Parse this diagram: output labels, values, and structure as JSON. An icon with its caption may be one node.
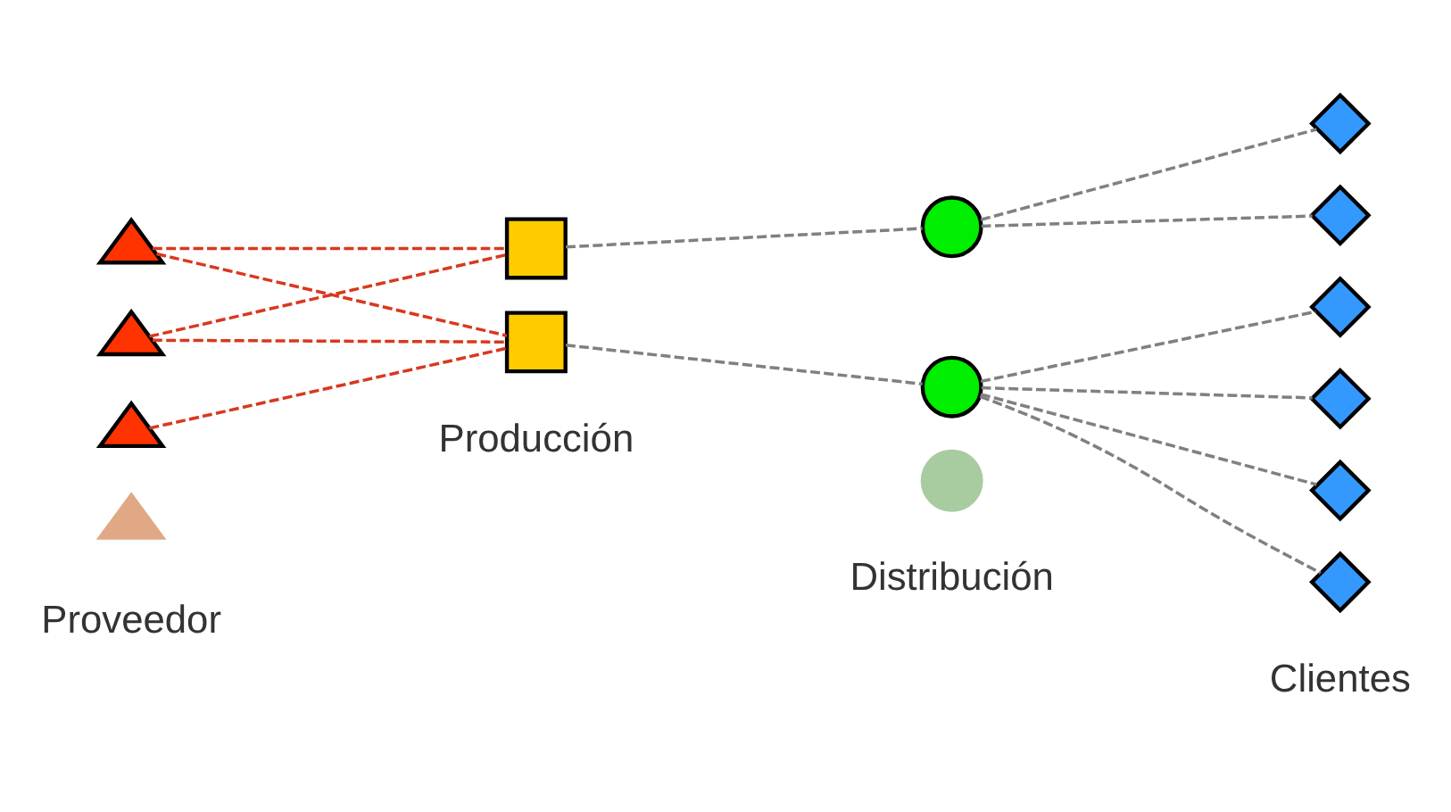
{
  "diagram": {
    "nodes": [
      {
        "text": [],
        "shape": "triangle"
      },
      {
        "text": [],
        "shape": "triangle"
      },
      {
        "text": [],
        "shape": "triangle"
      },
      {
        "text": [],
        "shape": "triangle"
      },
      {
        "text": [],
        "shape": "box"
      },
      {
        "text": [],
        "shape": "box"
      },
      {
        "text": [],
        "shape": "circle"
      },
      {
        "text": [],
        "shape": "circle"
      },
      {
        "text": [],
        "shape": "circle"
      },
      {
        "text": [],
        "shape": "diamond"
      },
      {
        "text": [],
        "shape": "diamond"
      },
      {
        "text": [],
        "shape": "diamond"
      },
      {
        "text": [],
        "shape": "diamond"
      },
      {
        "text": [],
        "shape": "diamond"
      },
      {
        "text": [],
        "shape": "diamond"
      }
    ],
    "edges": [
      {
        "from": 0,
        "to": 4,
        "arrow": "none",
        "style": "dashed",
        "color": "#d9381e"
      },
      {
        "from": 0,
        "to": 5,
        "arrow": "none",
        "style": "dashed",
        "color": "#d9381e"
      },
      {
        "from": 1,
        "to": 4,
        "arrow": "none",
        "style": "dashed",
        "color": "#d9381e"
      },
      {
        "from": 1,
        "to": 5,
        "arrow": "none",
        "style": "dashed",
        "color": "#d9381e"
      },
      {
        "from": 2,
        "to": 5,
        "arrow": "none",
        "style": "dashed",
        "color": "#d9381e"
      },
      {
        "from": 4,
        "to": 6,
        "arrow": "none",
        "style": "dashed"
      },
      {
        "from": 5,
        "to": 7,
        "arrow": "none",
        "style": "dashed"
      },
      {
        "from": 6,
        "to": 9,
        "arrow": "none",
        "style": "dashed"
      },
      {
        "from": 6,
        "to": 10,
        "arrow": "none",
        "style": "dashed"
      },
      {
        "from": 7,
        "to": 11,
        "arrow": "none",
        "style": "dashed"
      },
      {
        "from": 7,
        "to": 12,
        "arrow": "none",
        "style": "dashed"
      },
      {
        "from": 7,
        "to": 13,
        "arrow": "none",
        "style": "dashed"
      },
      {
        "from": 7,
        "to": 14,
        "arrow": "none",
        "style": "dashed"
      }
    ],
    "labels": [
      "Proveedor",
      "Producción",
      "Distribución",
      "Clientes"
    ]
  }
}
